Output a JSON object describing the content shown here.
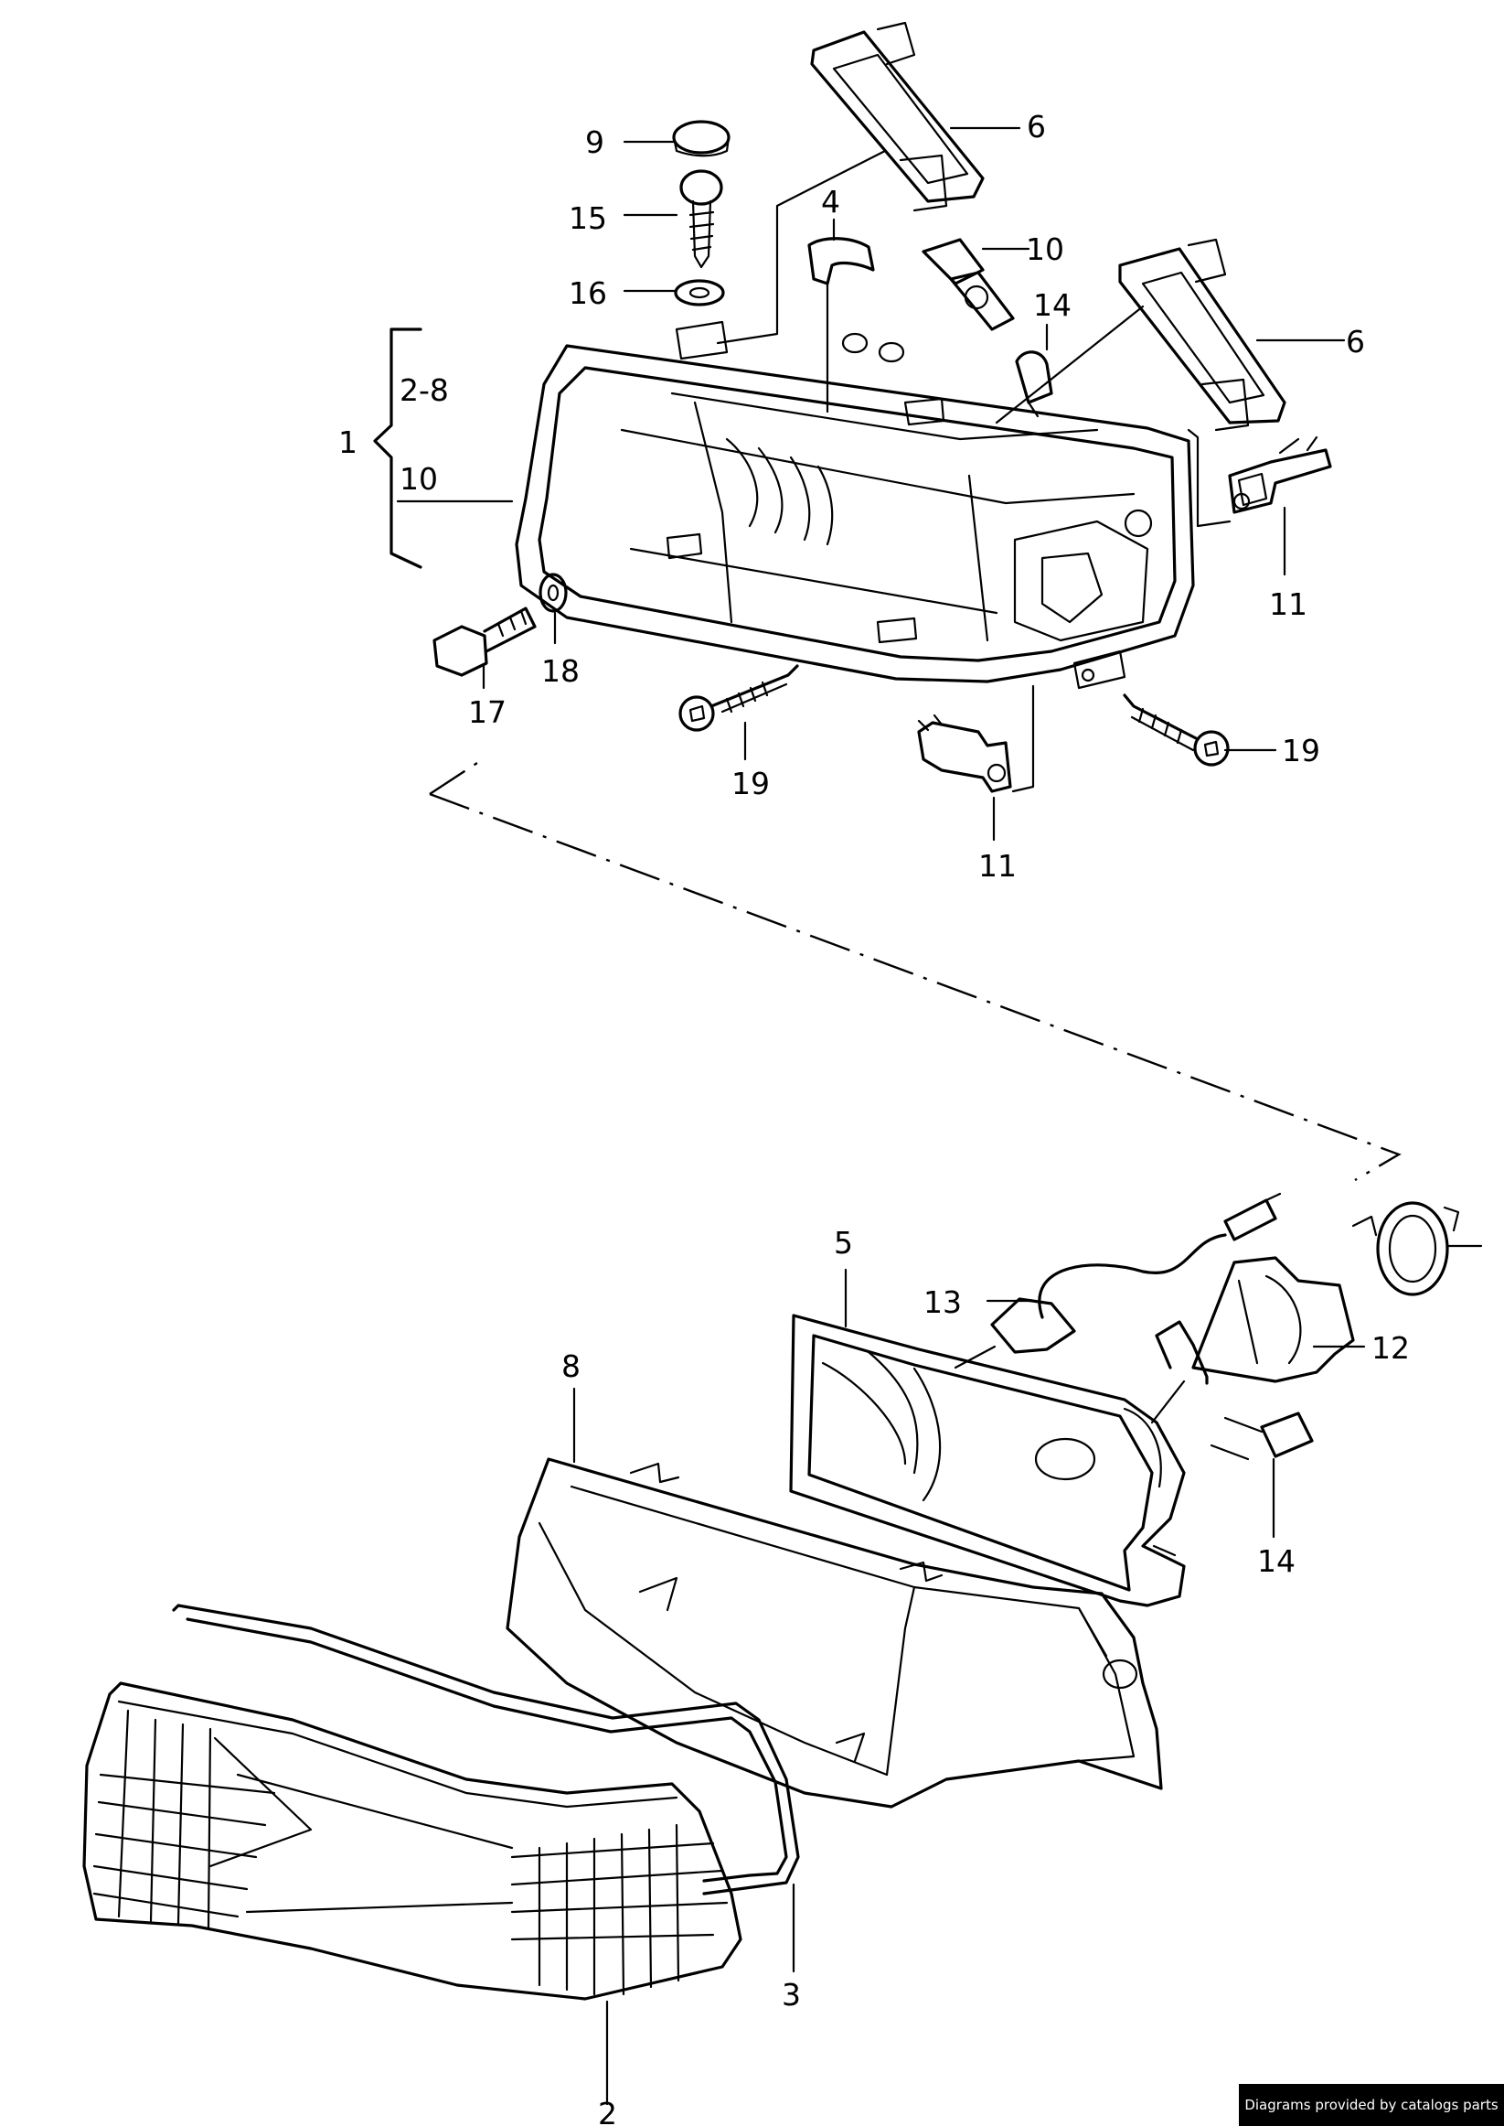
{
  "callouts": {
    "c1": "1",
    "c2_8": "2-8",
    "c10_bracket": "10",
    "c2": "2",
    "c3": "3",
    "c4": "4",
    "c5": "5",
    "c6_top": "6",
    "c6_right": "6",
    "c8": "8",
    "c9": "9",
    "c10_bulb": "10",
    "c11_right": "11",
    "c11_bottom": "11",
    "c12": "12",
    "c13": "13",
    "c14_top": "14",
    "c14_bottom": "14",
    "c15": "15",
    "c16": "16",
    "c17": "17",
    "c18": "18",
    "c19_left": "19",
    "c19_right": "19"
  },
  "watermark": "Diagrams provided by catalogs parts"
}
